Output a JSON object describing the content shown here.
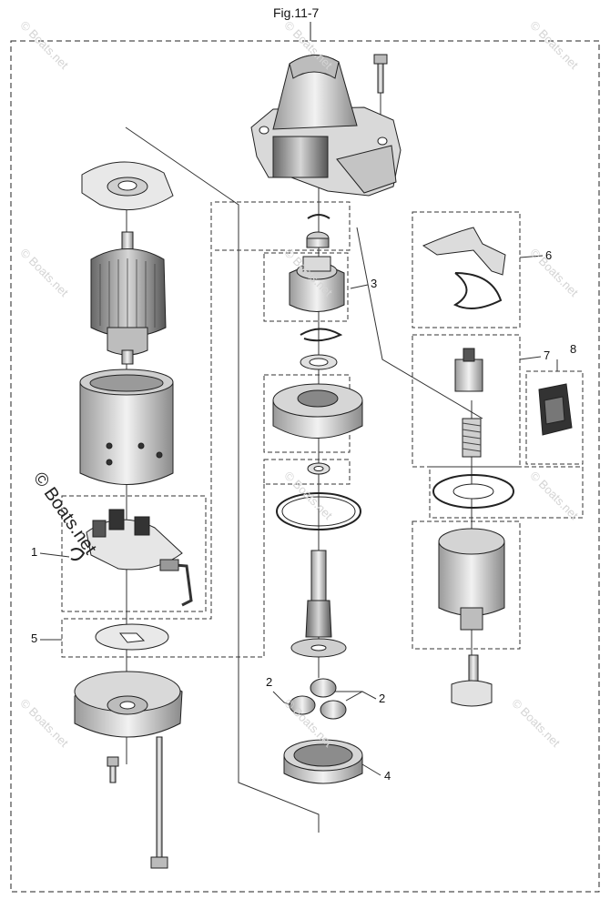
{
  "figure": {
    "title": "Fig.11-7"
  },
  "callouts": {
    "c1": "1",
    "c2a": "2",
    "c2b": "2",
    "c3": "3",
    "c4": "4",
    "c5": "5",
    "c6": "6",
    "c7": "7",
    "c8": "8"
  },
  "watermark": {
    "main": "© Boats.net",
    "faint": "© Boats.net"
  }
}
